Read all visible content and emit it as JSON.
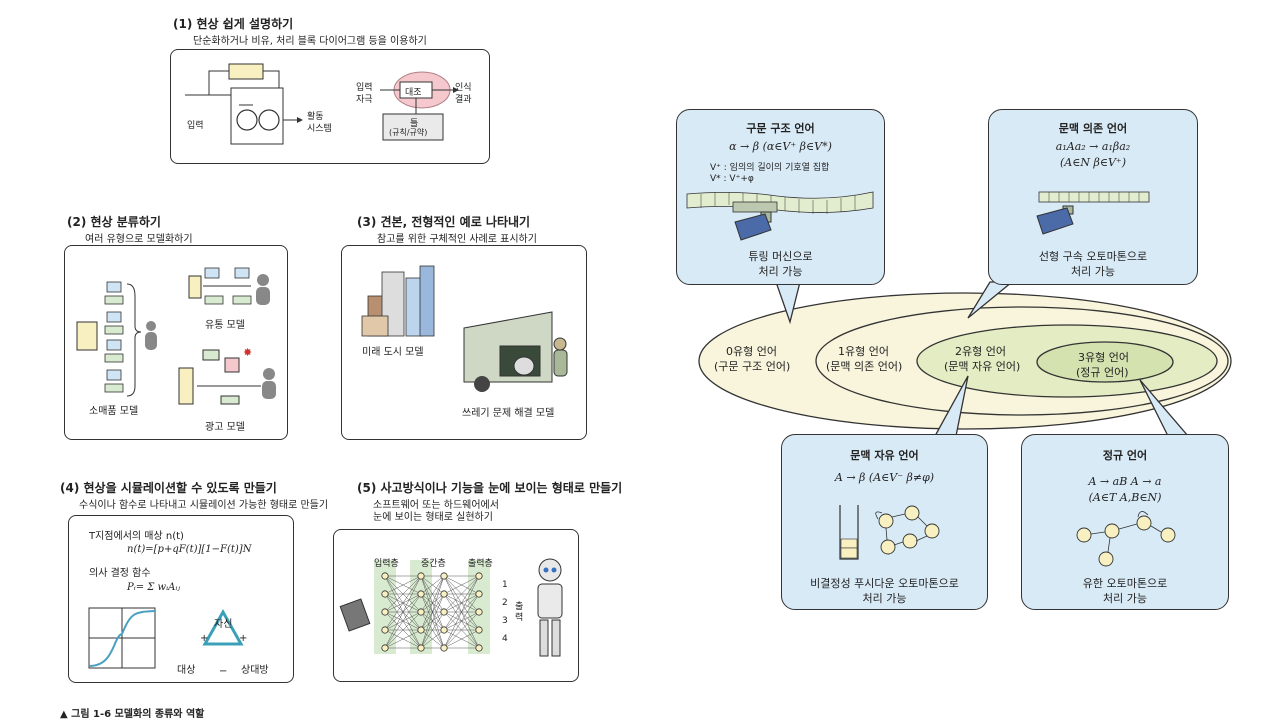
{
  "colors": {
    "callout_bg": "#d9eaf7",
    "ellipse_outer": "#f8f5dc",
    "ellipse_inner": "#e4ecc4",
    "accent_green": "#a8c886",
    "machine_blue": "#4a6aa8"
  },
  "left": {
    "p1": {
      "title": "(1) 현상 쉽게 설명하기",
      "subtitle": "단순화하거나 비유, 처리 블록 다이어그램 등을 이용하기",
      "label_input": "입력",
      "label_activity_1": "활동",
      "label_activity_2": "시스템",
      "label_in_1": "입력",
      "label_in_2": "자극",
      "label_compare": "대조",
      "label_frame_1": "틀",
      "label_frame_2": "(규칙/규약)",
      "label_out_1": "인식",
      "label_out_2": "결과"
    },
    "p2": {
      "title": "(2) 현상 분류하기",
      "subtitle": "여러 유형으로 모델화하기",
      "label_retail": "소매품 모델",
      "label_distribution": "유통 모델",
      "label_ad": "광고 모델"
    },
    "p3": {
      "title": "(3) 견본, 전형적인 예로 나타내기",
      "subtitle": "참고를 위한 구체적인 사례로 표시하기",
      "label_city": "미래 도시 모델",
      "label_garbage": "쓰레기 문제 해결 모델"
    },
    "p4": {
      "title": "(4) 현상을 시뮬레이션할 수 있도록 만들기",
      "subtitle": "수식이나 함수로 나타내고 시뮬레이션 가능한 형태로 만들기",
      "line1": "T지점에서의 매상  n(t)",
      "line2": "n(t)=[p+qF(t)][1−F(t)]N",
      "line3": "의사 결정 함수",
      "line4": "Pᵢ= Σ wᵢAᵢⱼ",
      "tri_top": "자신",
      "tri_left": "대상",
      "tri_right": "상대방",
      "sign_plus": "+",
      "sign_minus": "−"
    },
    "p5": {
      "title": "(5) 사고방식이나 기능을 눈에 보이는 형태로 만들기",
      "subtitle_1": "소프트웨어 또는 하드웨어에서",
      "subtitle_2": "눈에 보이는 형태로 실현하기",
      "layer_input": "입력층",
      "layer_hidden": "중간층",
      "layer_output": "출력층",
      "outputs": [
        "1",
        "2",
        "3",
        "4"
      ],
      "output_label": "출력"
    },
    "caption": "▲ 그림 1-6 모델화의 종류와 역할"
  },
  "right": {
    "tl": {
      "title": "구문 구조 언어",
      "rule": "α → β    (α∈V⁺  β∈V*)",
      "note1": "V⁺ : 임의의 길이의 기호열 집합",
      "note2": "V* : V⁺+φ",
      "foot1": "튜링 머신으로",
      "foot2": "처리 가능"
    },
    "tr": {
      "title": "문맥 의존 언어",
      "rule1": "a₁Aa₂ → a₁βa₂",
      "rule2": "(A∈N   β∈V⁺)",
      "foot1": "선형 구속 오토마톤으로",
      "foot2": "처리 가능"
    },
    "bm": {
      "title": "문맥 자유 언어",
      "rule": "A → β    (A∈V⁻  β≠φ)",
      "foot1": "비결정성 푸시다운 오토마톤으로",
      "foot2": "처리 가능"
    },
    "br": {
      "title": "정규 언어",
      "rule1": "A → aB     A → a",
      "rule2": "(A∈T   A,B∈N)",
      "foot1": "유한 오토마톤으로",
      "foot2": "처리 가능"
    },
    "ellipses": [
      {
        "l1": "0유형 언어",
        "l2": "(구문 구조 언어)"
      },
      {
        "l1": "1유형 언어",
        "l2": "(문맥 의존 언어)"
      },
      {
        "l1": "2유형 언어",
        "l2": "(문맥 자유 언어)"
      },
      {
        "l1": "3유형 언어",
        "l2": "(정규 언어)"
      }
    ]
  }
}
